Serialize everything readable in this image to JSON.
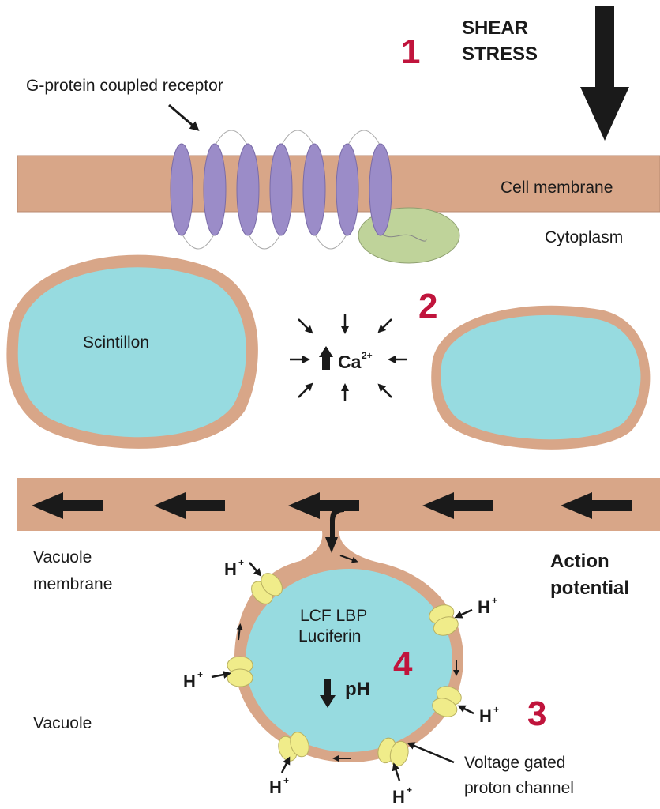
{
  "labels": {
    "step1": "1",
    "step2": "2",
    "step3": "3",
    "step4": "4",
    "shear_line1": "SHEAR",
    "shear_line2": "STRESS",
    "gpcr": "G-protein coupled receptor",
    "cell_membrane": "Cell membrane",
    "cytoplasm": "Cytoplasm",
    "scintillon": "Scintillon",
    "calcium": "Ca",
    "calcium_charge": "2+",
    "vacuole_membrane_line1": "Vacuole",
    "vacuole_membrane_line2": "membrane",
    "action_potential_line1": "Action",
    "action_potential_line2": "potential",
    "vacuole": "Vacuole",
    "vacuole_contents_line1": "LCF LBP",
    "vacuole_contents_line2": "Luciferin",
    "ph": "pH",
    "proton": "H",
    "proton_charge": "+",
    "channel_line1": "Voltage gated",
    "channel_line2": "proton channel"
  },
  "colors": {
    "membrane": "#d8a688",
    "receptor": "#9b8cc8",
    "g_protein": "#bfd39a",
    "lumen": "#97dbe0",
    "channel": "#f0ec8a",
    "step_number": "#c0143c"
  }
}
